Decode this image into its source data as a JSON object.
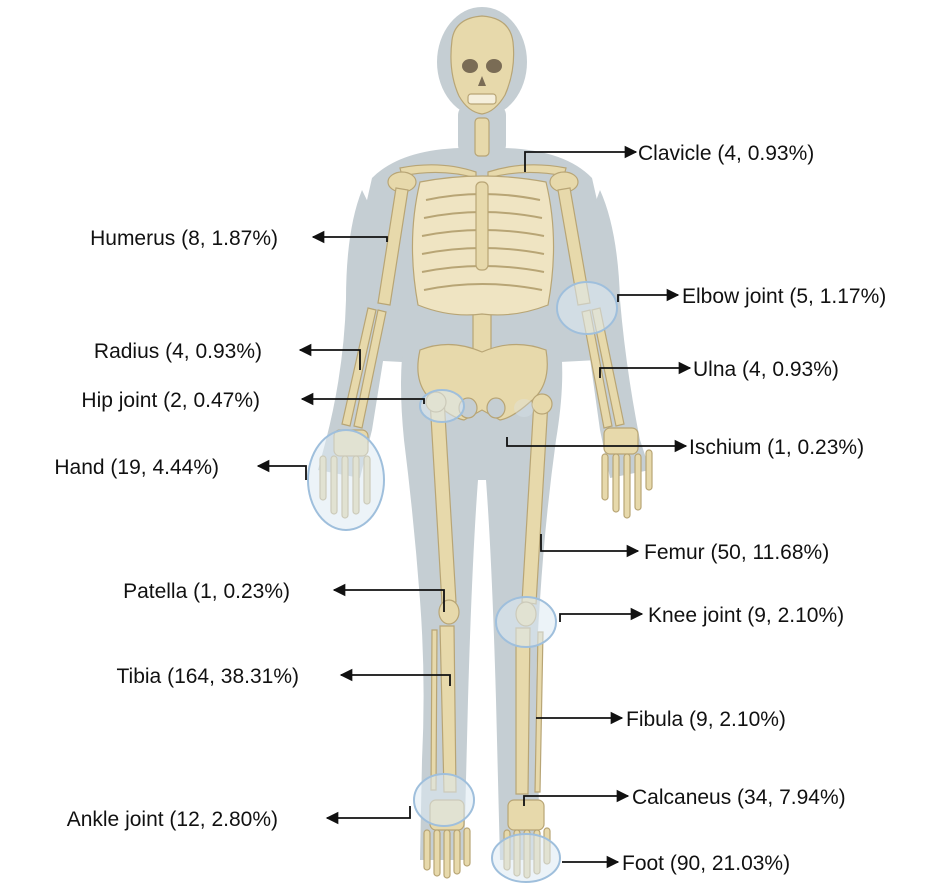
{
  "colors": {
    "body_silhouette": "#c5ced3",
    "bone": "#e7d9ab",
    "bone_outline": "#b8a575",
    "joint_highlight": "#dde9f3",
    "joint_outline": "#9fbfdc",
    "arrow": "#111111",
    "text": "#111111"
  },
  "labels": {
    "clavicle": "Clavicle (4, 0.93%)",
    "humerus": "Humerus (8, 1.87%)",
    "elbow_joint": "Elbow joint (5, 1.17%)",
    "radius": "Radius (4, 0.93%)",
    "ulna": "Ulna (4, 0.93%)",
    "hip_joint": "Hip joint (2, 0.47%)",
    "ischium": "Ischium (1, 0.23%)",
    "hand": "Hand (19, 4.44%)",
    "femur": "Femur (50, 11.68%)",
    "patella": "Patella (1, 0.23%)",
    "knee_joint": "Knee joint (9, 2.10%)",
    "tibia": "Tibia (164, 38.31%)",
    "fibula": "Fibula (9, 2.10%)",
    "calcaneus": "Calcaneus (34, 7.94%)",
    "ankle_joint": "Ankle joint (12, 2.80%)",
    "foot": "Foot (90, 21.03%)"
  }
}
